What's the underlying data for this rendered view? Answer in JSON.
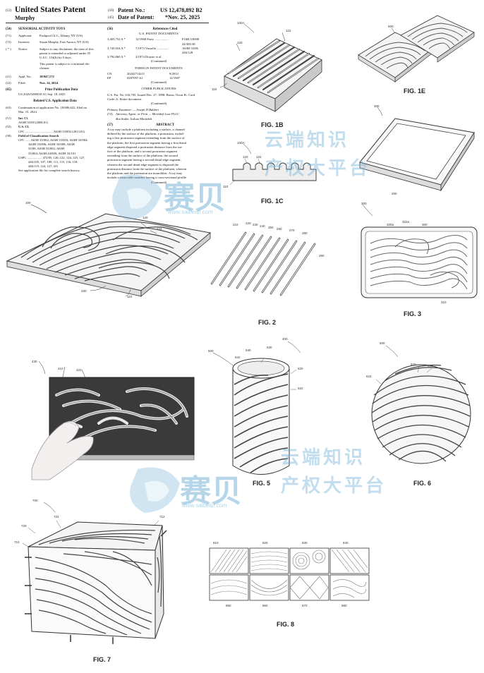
{
  "header": {
    "code12": "(12)",
    "patent_type": "United States Patent",
    "inventor_surname": "Murphy",
    "code10": "(10)",
    "patent_no_label": "Patent No.:",
    "patent_no": "US 12,478,892 B2",
    "code45": "(45)",
    "date_label": "Date of Patent:",
    "date": "*Nov. 25, 2025"
  },
  "biblio_left": {
    "title_code": "(54)",
    "title": "SENSORIAL ACTIVITY TOYS",
    "applicant_code": "(71)",
    "applicant_label": "Applicant:",
    "applicant": "Pushpool LLC, Albany, NY (US)",
    "inventor_code": "(72)",
    "inventor_label": "Inventor:",
    "inventor": "Susan Murphy, East Aurora, NY (US)",
    "notice_code": "( * )",
    "notice_label": "Notice:",
    "notice_lines": [
      "Subject to any disclaimer, the term of this",
      "patent is extended or adjusted under 35",
      "U.S.C. 154(b) by 0 days."
    ],
    "terminal_lines": [
      "This patent is subject to a terminal dis-",
      "claimer."
    ],
    "appl_code": "(21)",
    "appl_label": "Appl. No.:",
    "appl_no": "18/947,172",
    "filed_code": "(22)",
    "filed_label": "Filed:",
    "filed": "Nov. 14, 2024",
    "prior_heading": "Prior Publication Data",
    "prior_row": "US 2025/0208018 A1      Sep. 18, 2025",
    "related_heading": "Related U.S. Application Data",
    "cont_code": "(63)",
    "cont_lines": [
      "Continuation of application No. 18/606,622, filed on",
      "Mar. 15, 2024."
    ],
    "intcl_code": "(51)",
    "intcl_label": "Int. Cl.",
    "intcl_row": "A63H 33/00          (2006.01)",
    "uscl_code": "(52)",
    "uscl_label": "U.S. Cl.",
    "uscl_row": "CPC .................................. A63H 33/002 (2013.01)",
    "field_code": "(58)",
    "field_label": "Field of Classification Search",
    "field_lines": [
      "CPC ...... A63H 33/002; A63H 33/003; A63H 33/004;",
      "A63H 33/006; A63H 33/008; A63H",
      "33/00; A63H 33/002; A63H",
      "33/004; A63H 44/000; A63H 33/101",
      "USPC .................. 472/85, 120–122, 124–125, 127,",
      "446/105, 107, 108, 111, 115, 116, 118,",
      "446/119, 124, 127, 431"
    ],
    "search_note": "See application file for complete search history."
  },
  "biblio_right": {
    "refs_code": "(56)",
    "refs_heading": "References Cited",
    "us_docs_heading": "U.S. PATENT DOCUMENTS",
    "us_docs": [
      [
        "3,403,752 A *",
        "12/1968  Parry .................",
        "F16B 5/0008"
      ],
      [
        "",
        "",
        "24/300.38"
      ],
      [
        "3,745,654 A *",
        "7/1973  Vassello ..............",
        "A63H 33/06"
      ],
      [
        "",
        "",
        "446/128"
      ],
      [
        "3,792,860 A *",
        "2/1974  Drayne et al.",
        ""
      ]
    ],
    "continued1": "(Continued)",
    "foreign_heading": "FOREIGN PATENT DOCUMENTS",
    "foreign_docs": [
      [
        "CN",
        "202427144 U",
        "9/2012"
      ],
      [
        "EP",
        "0287097 A1",
        "12/1987"
      ]
    ],
    "continued2": "(Continued)",
    "other_heading": "OTHER PUBLICATIONS",
    "other_lines": [
      "U.S. Pat. No. 616,705, Issued Dec. 27, 1898, Bruns, Oscar B., Card",
      "Code: A. Entire document."
    ],
    "continued3": "(Continued)",
    "examiner": "Primary Examiner — Joseph D Baldori",
    "attorney_code": "(74)",
    "attorney": "Attorney, Agent, or Firm — Meritdeft Law PLLC",
    "attorney_line2": "dba Stake; Joshua Meritdeft",
    "abstract_code": "(57)",
    "abstract_heading": "ABSTRACT",
    "abstract_lines": [
      "A toy may include a platform including a surface, a channel",
      "defined by the surface of the platform, a protrusion, includ-",
      "ing a first protrusion segment extending from the surface of",
      "the platform, the first protrusion segment having a first distal",
      "edge segment disposed a protrusion distance from the sur-",
      "face of the platform; and a second protrusion segment",
      "extending from the surface of the platform, the second",
      "protrusion segment having a second distal edge segment,",
      "wherein the second distal edge segment is disposed the",
      "protrusion distance from the surface of the platform, wherein",
      "the platform and the protrusion are monolithic. A toy may",
      "include a removable member having a cross-sectional profile"
    ],
    "continued4": "(Continued)"
  },
  "figures": {
    "fig1b": "FIG. 1B",
    "fig1c": "FIG. 1C",
    "fig1e": "FIG. 1E",
    "fig2": "FIG. 2",
    "fig3": "FIG. 3",
    "fig5": "FIG. 5",
    "fig6": "FIG. 6",
    "fig7": "FIG. 7",
    "fig8": "FIG. 8"
  },
  "refs": {
    "r100": "100",
    "r120": "120",
    "r122": "122",
    "r110": "110",
    "r330": "330",
    "r100a": "100A",
    "r110b": "110",
    "r120b": "120",
    "r122b": "122",
    "r100a2": "100A",
    "r120c": "120",
    "r122c": "122",
    "r110c": "110",
    "r500e": "500",
    "r302": "300",
    "r200": "200",
    "r210": "210",
    "r220": "220",
    "r230": "230",
    "r240": "240",
    "r250": "250",
    "r260": "260",
    "r270": "270",
    "r280": "280",
    "r290": "290",
    "r300": "300",
    "r320a": "320a",
    "r322": "322a",
    "r302b": "300",
    "r310": "310",
    "r400": "400",
    "r410": "410",
    "r422": "422",
    "r430": "430",
    "r500": "500",
    "r540": "540",
    "r542": "542",
    "r530": "530",
    "r520": "520",
    "r522": "522",
    "r600": "600",
    "r620": "620",
    "r610": "610",
    "r622": "622",
    "r700": "700",
    "r722": "722",
    "r712": "712",
    "r720": "720",
    "r710": "710",
    "r810": "810",
    "r820": "820",
    "r830": "830",
    "r840": "840",
    "r850": "850",
    "r860": "860",
    "r870": "870",
    "r880": "880"
  },
  "watermark": {
    "cn_line1": "云端知识",
    "cn_line2": "产权大平台",
    "brand": "赛贝",
    "url": "www.saibeiip.com"
  }
}
